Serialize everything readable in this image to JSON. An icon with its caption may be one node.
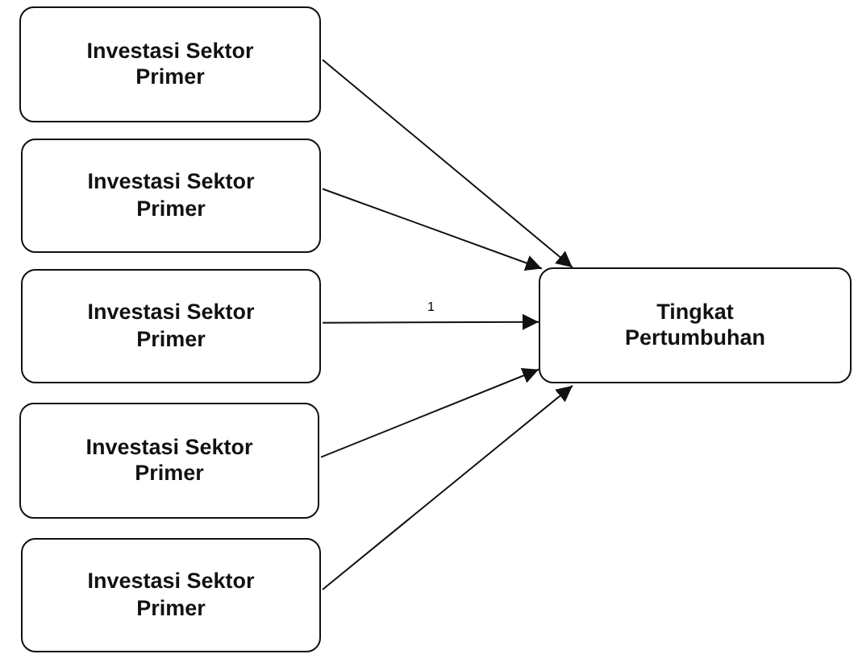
{
  "diagram": {
    "nodes": [
      {
        "text": [
          "Investasi Sektor Primer"
        ]
      },
      {
        "text": [
          "Investasi Sektor Primer"
        ]
      },
      {
        "text": [
          "Investasi Sektor Primer"
        ]
      },
      {
        "text": [
          "Investasi Sektor Primer"
        ]
      },
      {
        "text": [
          "Investasi Sektor Primer"
        ]
      },
      {
        "text": [
          "Tingkat Pertumbuhan"
        ]
      }
    ],
    "edges": [
      {
        "from": 0,
        "to": 5,
        "arrow": "to"
      },
      {
        "from": 1,
        "to": 5,
        "arrow": "to"
      },
      {
        "from": 2,
        "to": 5,
        "arrow": "to",
        "label": "1"
      },
      {
        "from": 3,
        "to": 5,
        "arrow": "to"
      },
      {
        "from": 4,
        "to": 5,
        "arrow": "to"
      }
    ]
  }
}
